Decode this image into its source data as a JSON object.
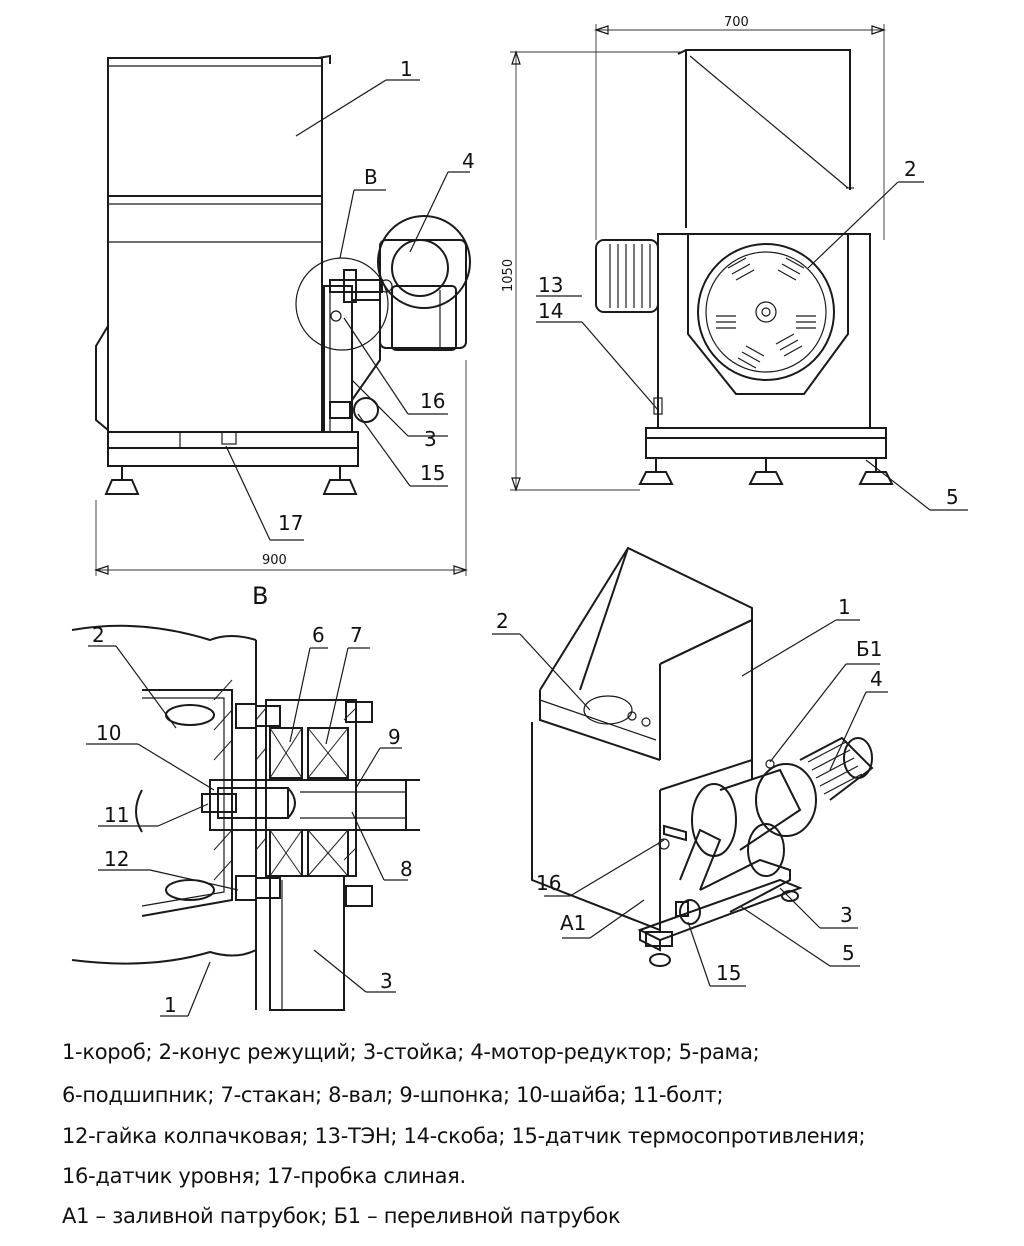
{
  "dimensions": {
    "width": "700",
    "height": "1050",
    "length": "900"
  },
  "view_label": "B",
  "callouts": {
    "c1": "1",
    "c2": "2",
    "c3": "3",
    "c4": "4",
    "c5": "5",
    "c6": "6",
    "c7": "7",
    "c8": "8",
    "c9": "9",
    "c10": "10",
    "c11": "11",
    "c12": "12",
    "c13": "13",
    "c14": "14",
    "c15": "15",
    "c16": "16",
    "c17": "17",
    "a1": "A1",
    "b1": "Б1"
  },
  "legend": [
    "1-короб; 2-конус режущий; 3-стойка; 4-мотор-редуктор; 5-рама;",
    "6-подшипник; 7-стакан; 8-вал; 9-шпонка; 10-шайба; 11-болт;",
    "12-гайка колпачковая; 13-ТЭН; 14-скоба; 15-датчик термосопротивления;",
    "16-датчик уровня; 17-пробка слиная.",
    "А1 – заливной патрубок; Б1 – переливной патрубок"
  ]
}
